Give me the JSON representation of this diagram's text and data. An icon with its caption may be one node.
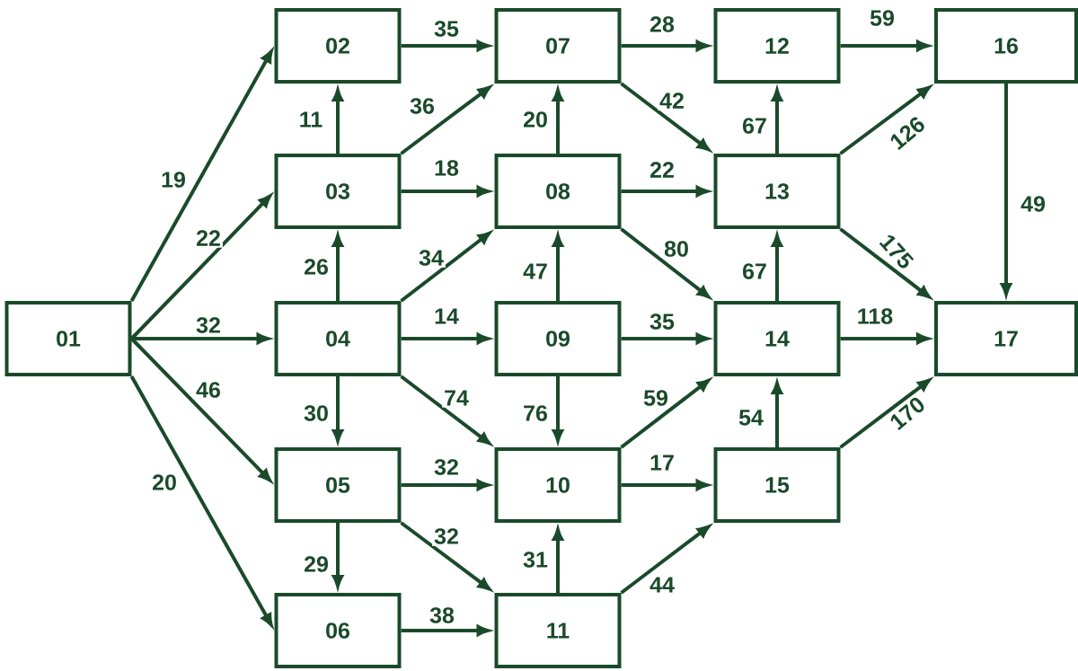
{
  "diagram": {
    "nodes": [
      {
        "text": [
          "01"
        ]
      },
      {
        "text": [
          "02"
        ]
      },
      {
        "text": [
          "03"
        ]
      },
      {
        "text": [
          "04"
        ]
      },
      {
        "text": [
          "05"
        ]
      },
      {
        "text": [
          "06"
        ]
      },
      {
        "text": [
          "07"
        ]
      },
      {
        "text": [
          "08"
        ]
      },
      {
        "text": [
          "09"
        ]
      },
      {
        "text": [
          "10"
        ]
      },
      {
        "text": [
          "11"
        ]
      },
      {
        "text": [
          "12"
        ]
      },
      {
        "text": [
          "13"
        ]
      },
      {
        "text": [
          "14"
        ]
      },
      {
        "text": [
          "15"
        ]
      },
      {
        "text": [
          "16"
        ]
      },
      {
        "text": [
          "17"
        ]
      }
    ],
    "edges": [
      {
        "from": 0,
        "to": 1,
        "arrow": "to",
        "label": "19"
      },
      {
        "from": 0,
        "to": 2,
        "arrow": "to",
        "label": "22"
      },
      {
        "from": 0,
        "to": 3,
        "arrow": "to",
        "label": "32"
      },
      {
        "from": 0,
        "to": 4,
        "arrow": "to",
        "label": "46"
      },
      {
        "from": 0,
        "to": 5,
        "arrow": "to",
        "label": "20"
      },
      {
        "from": 1,
        "to": 6,
        "arrow": "to",
        "label": "35"
      },
      {
        "from": 2,
        "to": 1,
        "arrow": "to",
        "label": "11"
      },
      {
        "from": 2,
        "to": 6,
        "arrow": "to",
        "label": "36"
      },
      {
        "from": 2,
        "to": 7,
        "arrow": "to",
        "label": "18"
      },
      {
        "from": 3,
        "to": 2,
        "arrow": "to",
        "label": "26"
      },
      {
        "from": 3,
        "to": 7,
        "arrow": "to",
        "label": "34"
      },
      {
        "from": 3,
        "to": 8,
        "arrow": "to",
        "label": "14"
      },
      {
        "from": 3,
        "to": 4,
        "arrow": "to",
        "label": "30"
      },
      {
        "from": 3,
        "to": 9,
        "arrow": "to",
        "label": "74"
      },
      {
        "from": 4,
        "to": 9,
        "arrow": "to",
        "label": "32"
      },
      {
        "from": 4,
        "to": 5,
        "arrow": "to",
        "label": "29"
      },
      {
        "from": 4,
        "to": 10,
        "arrow": "to",
        "label": "32"
      },
      {
        "from": 5,
        "to": 10,
        "arrow": "to",
        "label": "38"
      },
      {
        "from": 7,
        "to": 6,
        "arrow": "to",
        "label": "20"
      },
      {
        "from": 6,
        "to": 11,
        "arrow": "to",
        "label": "28"
      },
      {
        "from": 6,
        "to": 12,
        "arrow": "to",
        "label": "42"
      },
      {
        "from": 7,
        "to": 12,
        "arrow": "to",
        "label": "22"
      },
      {
        "from": 8,
        "to": 7,
        "arrow": "to",
        "label": "47"
      },
      {
        "from": 7,
        "to": 13,
        "arrow": "to",
        "label": "80"
      },
      {
        "from": 8,
        "to": 13,
        "arrow": "to",
        "label": "35"
      },
      {
        "from": 8,
        "to": 9,
        "arrow": "to",
        "label": "76"
      },
      {
        "from": 9,
        "to": 13,
        "arrow": "to",
        "label": "59"
      },
      {
        "from": 9,
        "to": 14,
        "arrow": "to",
        "label": "17"
      },
      {
        "from": 10,
        "to": 9,
        "arrow": "to",
        "label": "31"
      },
      {
        "from": 10,
        "to": 14,
        "arrow": "to",
        "label": "44"
      },
      {
        "from": 11,
        "to": 15,
        "arrow": "to",
        "label": "59"
      },
      {
        "from": 12,
        "to": 11,
        "arrow": "to",
        "label": "67"
      },
      {
        "from": 12,
        "to": 15,
        "arrow": "to",
        "label": "126"
      },
      {
        "from": 12,
        "to": 16,
        "arrow": "to",
        "label": "175"
      },
      {
        "from": 13,
        "to": 12,
        "arrow": "to",
        "label": "67"
      },
      {
        "from": 13,
        "to": 16,
        "arrow": "to",
        "label": "118"
      },
      {
        "from": 14,
        "to": 13,
        "arrow": "to",
        "label": "54"
      },
      {
        "from": 14,
        "to": 16,
        "arrow": "to",
        "label": "170"
      },
      {
        "from": 15,
        "to": 16,
        "arrow": "to",
        "label": "49"
      }
    ]
  }
}
